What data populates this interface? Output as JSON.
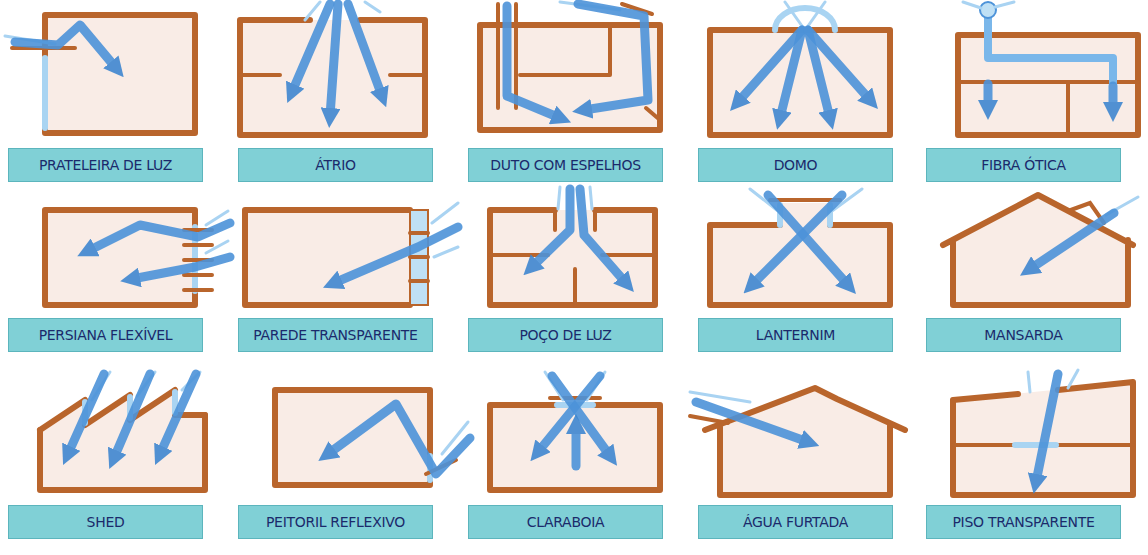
{
  "diagram": {
    "nodes": [
      {
        "text": [
          "PRATELEIRA DE LUZ"
        ]
      },
      {
        "text": [
          "ÁTRIO"
        ]
      },
      {
        "text": [
          "DUTO COM ESPELHOS"
        ]
      },
      {
        "text": [
          "DOMO"
        ]
      },
      {
        "text": [
          "FIBRA ÓTICA"
        ]
      },
      {
        "text": [
          "PERSIANA FLEXÍVEL"
        ]
      },
      {
        "text": [
          "PAREDE TRANSPARENTE"
        ]
      },
      {
        "text": [
          "POÇO DE LUZ"
        ]
      },
      {
        "text": [
          "LANTERNIM"
        ]
      },
      {
        "text": [
          "MANSARDA"
        ]
      },
      {
        "text": [
          "SHED"
        ]
      },
      {
        "text": [
          "PEITORIL REFLEXIVO"
        ]
      },
      {
        "text": [
          "CLARABOIA"
        ]
      },
      {
        "text": [
          "ÁGUA FURTADA"
        ]
      },
      {
        "text": [
          "PISO TRANSPARENTE"
        ]
      }
    ]
  }
}
